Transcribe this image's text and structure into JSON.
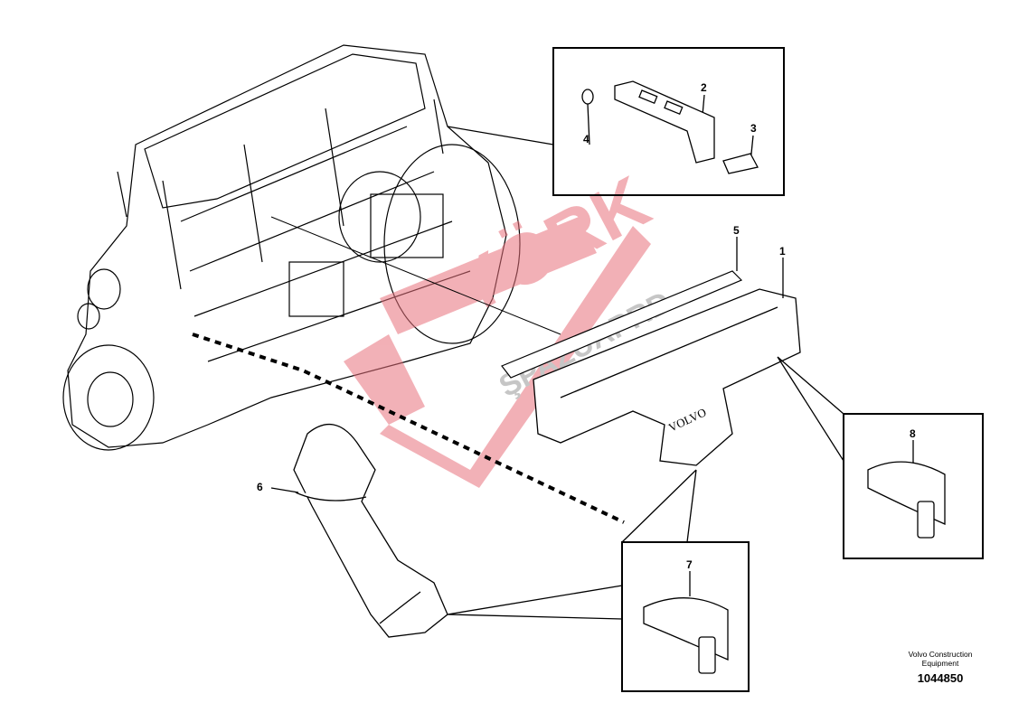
{
  "callouts": {
    "c1": "1",
    "c2": "2",
    "c3": "3",
    "c4": "4",
    "c5": "5",
    "c6": "6",
    "c7": "7",
    "c8": "8"
  },
  "footer": {
    "publisher_line1": "Volvo Construction",
    "publisher_line2": "Equipment",
    "drawing_number": "1044850"
  },
  "cover_text": "VOLVO",
  "watermark": {
    "text": "YÖRK",
    "subtext": "ŞPAZUAPRD",
    "color": "#e8717c"
  }
}
